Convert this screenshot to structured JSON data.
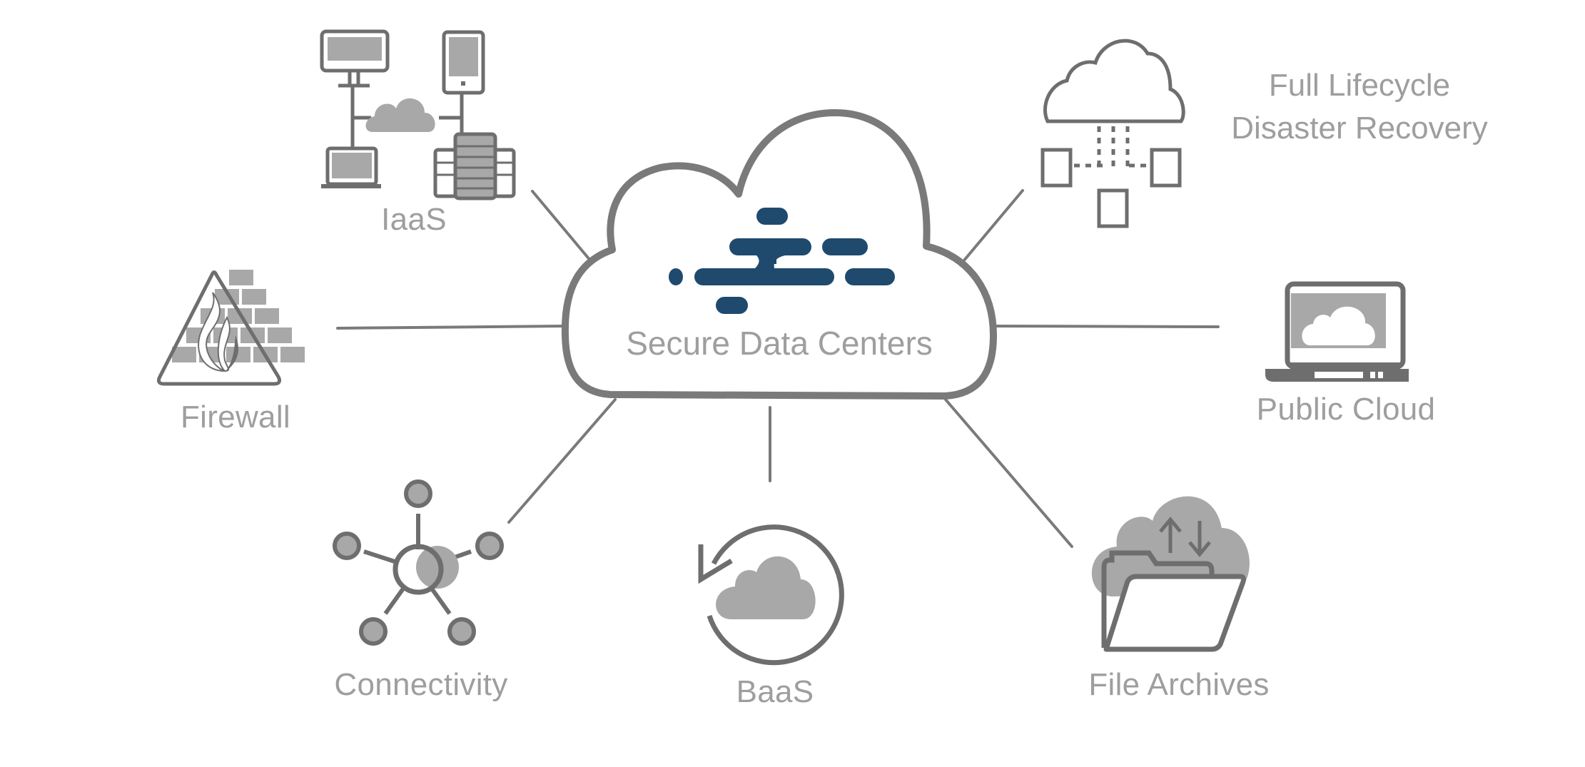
{
  "diagram": {
    "title": "Secure Data Centers",
    "hub": {
      "label": "Secure Data Centers",
      "icon": "data-cloud-logo-icon",
      "logo_color": "#1f4a6e"
    },
    "nodes": [
      {
        "id": "iaas",
        "label": "IaaS",
        "icon": "network-devices-icon"
      },
      {
        "id": "firewall",
        "label": "Firewall",
        "icon": "firewall-icon"
      },
      {
        "id": "connectivity",
        "label": "Connectivity",
        "icon": "network-hub-icon"
      },
      {
        "id": "baas",
        "label": "BaaS",
        "icon": "cloud-backup-icon"
      },
      {
        "id": "file-archives",
        "label": "File Archives",
        "icon": "cloud-folder-icon"
      },
      {
        "id": "public-cloud",
        "label": "Public Cloud",
        "icon": "laptop-cloud-icon"
      },
      {
        "id": "disaster-recovery",
        "label_lines": [
          "Full Lifecycle",
          "Disaster Recovery"
        ],
        "icon": "cloud-distribution-icon"
      }
    ],
    "edges": [
      [
        "hub",
        "iaas"
      ],
      [
        "hub",
        "firewall"
      ],
      [
        "hub",
        "connectivity"
      ],
      [
        "hub",
        "baas"
      ],
      [
        "hub",
        "file-archives"
      ],
      [
        "hub",
        "public-cloud"
      ],
      [
        "hub",
        "disaster-recovery"
      ]
    ],
    "colors": {
      "text": "#9e9e9e",
      "stroke": "#6e6e6e",
      "fill": "#a8a8a8",
      "connector": "#7a7a7a",
      "accent": "#1f4a6e"
    }
  }
}
